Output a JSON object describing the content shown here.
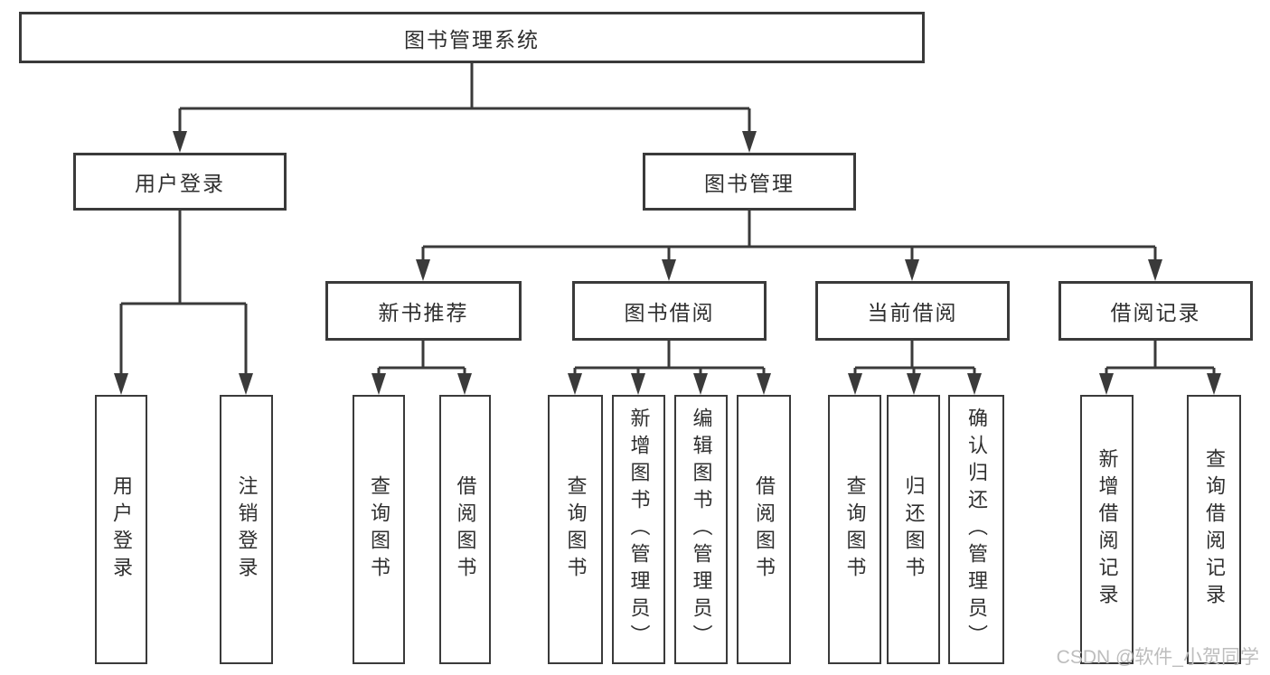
{
  "colors": {
    "line": "#3a3a3a",
    "box_border": "#3a3a3a",
    "text": "#2f2f2f",
    "background": "#ffffff",
    "watermark": "#bdbdbd"
  },
  "tree": {
    "root": {
      "label": "图书管理系统",
      "children": [
        {
          "label": "用户登录",
          "children": [
            {
              "label": "用户登录"
            },
            {
              "label": "注销登录"
            }
          ]
        },
        {
          "label": "图书管理",
          "children": [
            {
              "label": "新书推荐",
              "children": [
                {
                  "label": "查询图书"
                },
                {
                  "label": "借阅图书"
                }
              ]
            },
            {
              "label": "图书借阅",
              "children": [
                {
                  "label": "查询图书"
                },
                {
                  "label": "新增图书（管理员）"
                },
                {
                  "label": "编辑图书（管理员）"
                },
                {
                  "label": "借阅图书"
                }
              ]
            },
            {
              "label": "当前借阅",
              "children": [
                {
                  "label": "查询图书"
                },
                {
                  "label": "归还图书"
                },
                {
                  "label": "确认归还（管理员）"
                }
              ]
            },
            {
              "label": "借阅记录",
              "children": [
                {
                  "label": "新增借阅记录"
                },
                {
                  "label": "查询借阅记录"
                }
              ]
            }
          ]
        }
      ]
    }
  },
  "watermark": {
    "text": "CSDN @软件_小贺同学"
  }
}
